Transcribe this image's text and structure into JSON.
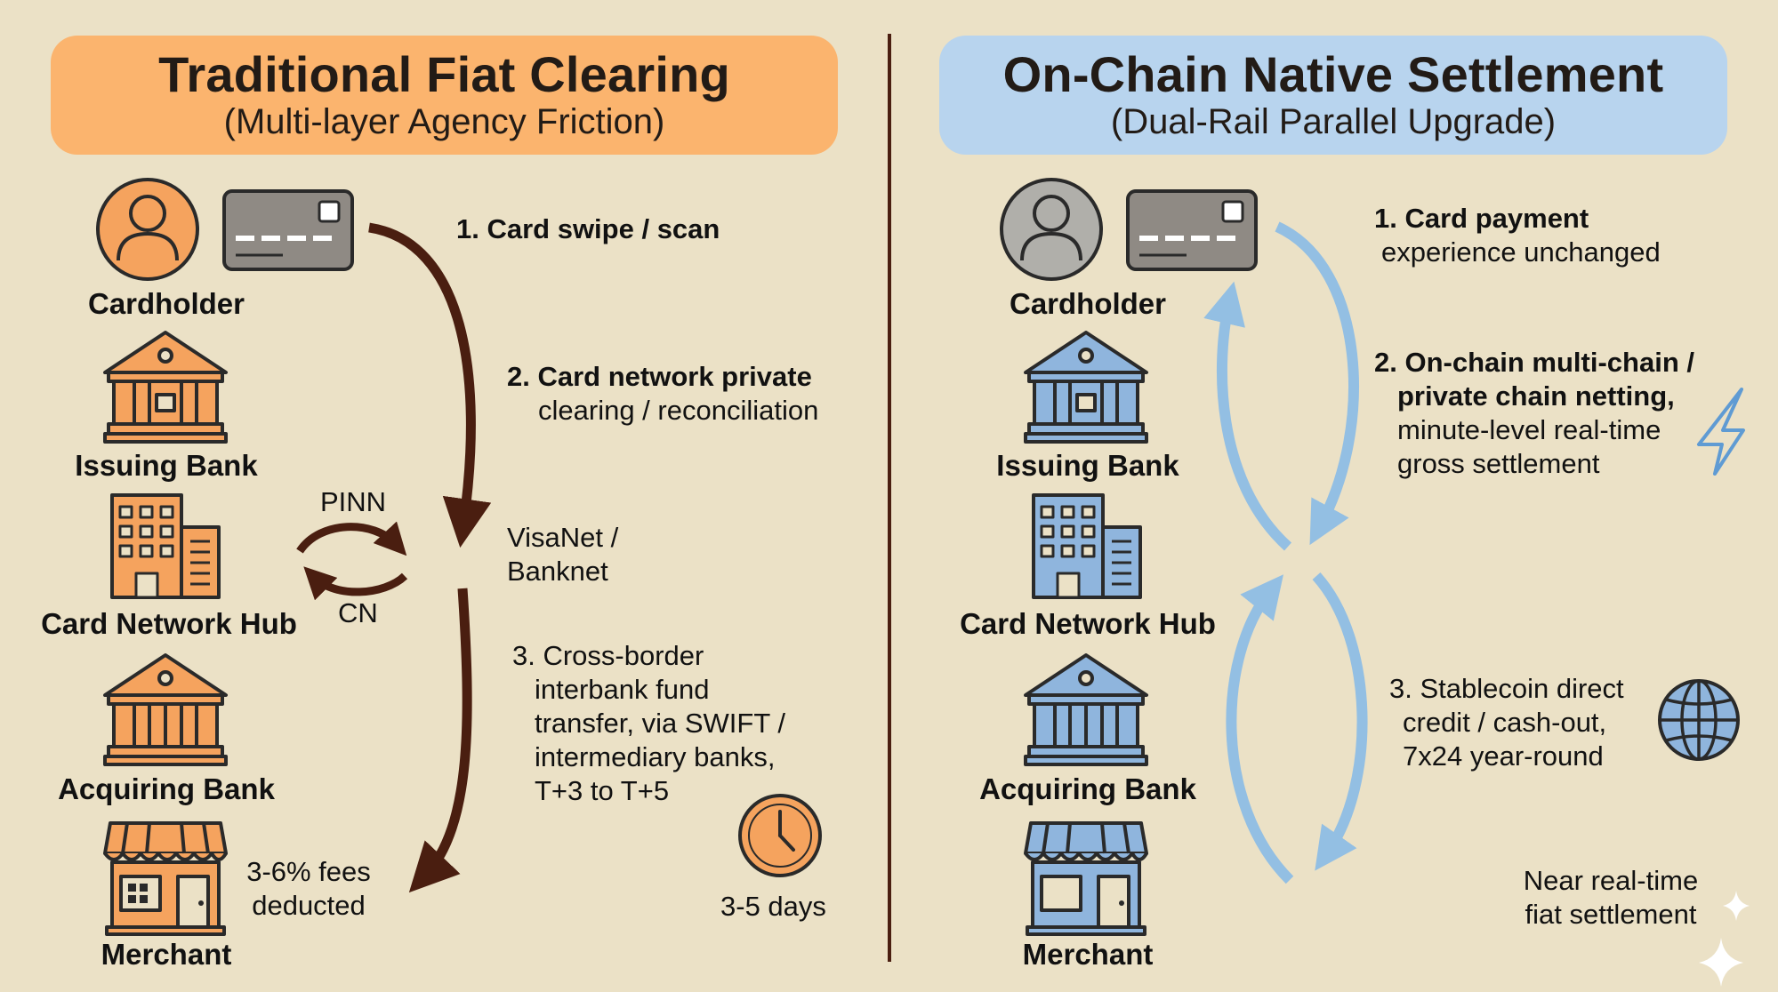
{
  "left": {
    "title": "Traditional Fiat Clearing",
    "subtitle": "(Multi-layer Agency Friction)",
    "nodes": [
      "Cardholder",
      "Issuing Bank",
      "Card Network Hub",
      "Acquiring Bank",
      "Merchant"
    ],
    "step1": "1. Card swipe / scan",
    "step2_line1": "2. Card network private",
    "step2_line2": "clearing / reconciliation",
    "network_line1": "VisaNet /",
    "network_line2": "Banknet",
    "swap_top": "PINN",
    "swap_bottom": "CN",
    "step3_line1": "3. Cross-border",
    "step3_line2": "interbank fund",
    "step3_line3": "transfer, via SWIFT /",
    "step3_line4": "intermediary banks,",
    "step3_line5": "T+3 to T+5",
    "fees_line1": "3-6% fees",
    "fees_line2": "deducted",
    "days": "3-5 days"
  },
  "right": {
    "title": "On-Chain Native Settlement",
    "subtitle": "(Dual-Rail Parallel Upgrade)",
    "nodes": [
      "Cardholder",
      "Issuing Bank",
      "Card Network Hub",
      "Acquiring Bank",
      "Merchant"
    ],
    "step1_line1": "1. Card payment",
    "step1_line2": "experience unchanged",
    "step2_line1": "2. On-chain multi-chain /",
    "step2_line2": "private chain netting,",
    "step2_line3": "minute-level real-time",
    "step2_line4": "gross settlement",
    "step3_line1": "3. Stablecoin direct",
    "step3_line2": "credit / cash-out,",
    "step3_line3": "7x24 year-round",
    "final_line1": "Near real-time",
    "final_line2": "fiat settlement"
  },
  "colors": {
    "background": "#ebe1c6",
    "left_banner": "#fbb46e",
    "right_banner": "#b8d4ee",
    "left_icon": "#f5a35e",
    "right_icon": "#8fb5dd",
    "dark_arrow": "#4a1e10",
    "blue_arrow": "#93bfe3",
    "outline": "#2a2a2a"
  },
  "icons": [
    "person-icon",
    "credit-card-icon",
    "bank-icon",
    "office-building-icon",
    "storefront-icon",
    "clock-icon",
    "lightning-icon",
    "globe-icon",
    "sparkle-icon",
    "swap-arrows-icon"
  ]
}
